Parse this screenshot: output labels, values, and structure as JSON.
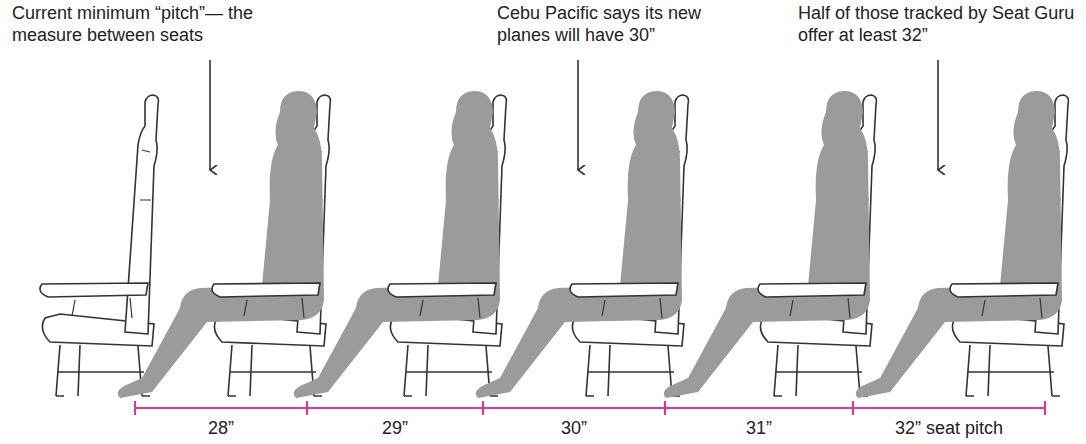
{
  "diagram": {
    "labels": [
      "Current minimum “pitch”— the measure between seats",
      "Cebu Pacific says its new planes will have 30”",
      "Half of those tracked by Seat Guru offer at least 32”",
      "28”",
      "29”",
      "30”",
      "31”",
      "32” seat pitch"
    ]
  }
}
